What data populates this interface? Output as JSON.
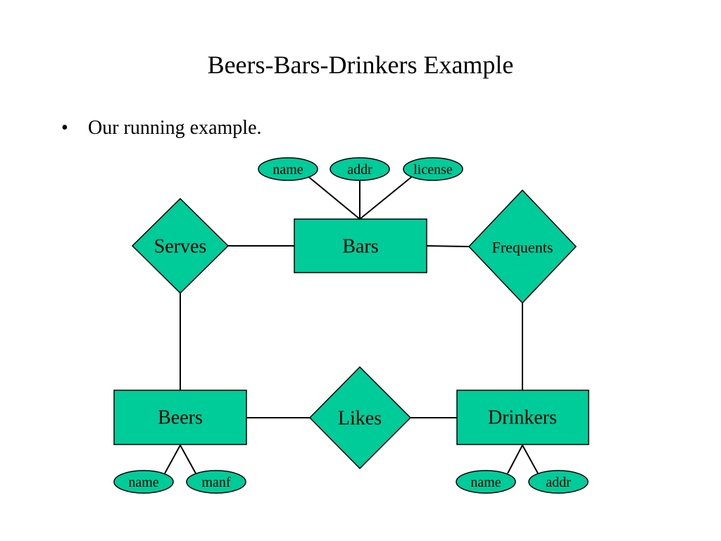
{
  "slide": {
    "title": "Beers-Bars-Drinkers Example",
    "bullets": [
      {
        "marker": "•",
        "text": "Our running example."
      }
    ]
  },
  "diagram": {
    "fill_color": "#00cc99",
    "stroke_color": "#000000",
    "entities": {
      "bars": "Bars",
      "beers": "Beers",
      "drinkers": "Drinkers"
    },
    "relationships": {
      "serves": "Serves",
      "frequents": "Frequents",
      "likes": "Likes"
    },
    "attributes": {
      "bars_name": "name",
      "bars_addr": "addr",
      "bars_license": "license",
      "beers_name": "name",
      "beers_manf": "manf",
      "drinkers_name": "name",
      "drinkers_addr": "addr"
    }
  }
}
